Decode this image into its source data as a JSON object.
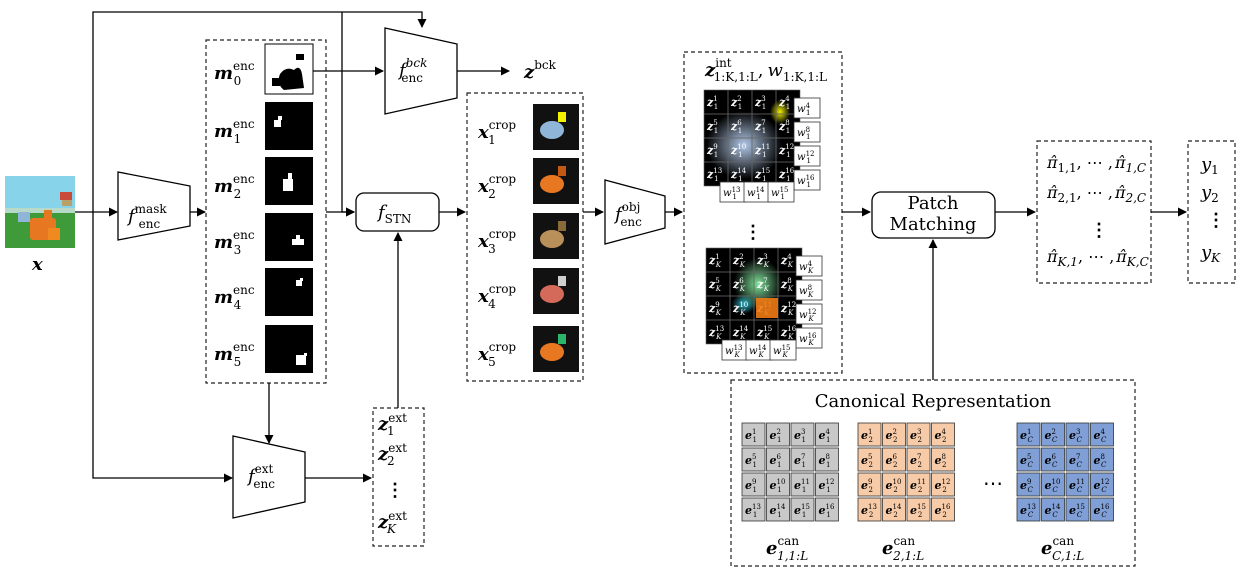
{
  "input": {
    "var": "x"
  },
  "mask_encoder": {
    "f": "f",
    "sup": "mask",
    "sub": "enc"
  },
  "masks": [
    {
      "base": "m",
      "sub": "0",
      "sup": "enc"
    },
    {
      "base": "m",
      "sub": "1",
      "sup": "enc"
    },
    {
      "base": "m",
      "sub": "2",
      "sup": "enc"
    },
    {
      "base": "m",
      "sub": "3",
      "sup": "enc"
    },
    {
      "base": "m",
      "sub": "4",
      "sup": "enc"
    },
    {
      "base": "m",
      "sub": "5",
      "sup": "enc"
    }
  ],
  "bck_encoder": {
    "f": "f",
    "sup": "bck",
    "sub": "enc"
  },
  "z_bck": {
    "base": "z",
    "sup": "bck"
  },
  "stn": {
    "f": "f",
    "sub": "STN"
  },
  "ext_encoder": {
    "f": "f",
    "sup": "ext",
    "sub": "enc"
  },
  "z_ext": [
    {
      "base": "z",
      "sub": "1",
      "sup": "ext"
    },
    {
      "base": "z",
      "sub": "2",
      "sup": "ext"
    },
    {
      "base": "z",
      "sub": "K",
      "sup": "ext"
    }
  ],
  "crops": [
    {
      "base": "x",
      "sub": "1",
      "sup": "crop"
    },
    {
      "base": "x",
      "sub": "2",
      "sup": "crop"
    },
    {
      "base": "x",
      "sub": "3",
      "sup": "crop"
    },
    {
      "base": "x",
      "sub": "4",
      "sup": "crop"
    },
    {
      "base": "x",
      "sub": "5",
      "sup": "crop"
    }
  ],
  "obj_encoder": {
    "f": "f",
    "sup": "obj",
    "sub": "enc"
  },
  "zint_title": {
    "z": "z",
    "z_sup": "int",
    "z_sub": "1:K,1:L",
    "sep": ",",
    "w": "w",
    "w_sub": "1:K,1:L"
  },
  "patch_matching": {
    "line1": "Patch",
    "line2": "Matching"
  },
  "pi_rows": [
    {
      "first": "π̂",
      "first_sub": "1,1",
      "dots": ", ⋯ ,",
      "last": "π̂",
      "last_sub": "1,C"
    },
    {
      "first": "π̂",
      "first_sub": "2,1",
      "dots": ", ⋯ ,",
      "last": "π̂",
      "last_sub": "2,C"
    },
    {
      "first": "π̂",
      "first_sub": "K,1",
      "dots": ", ⋯ ,",
      "last": "π̂",
      "last_sub": "K,C"
    }
  ],
  "y_outputs": [
    {
      "base": "y",
      "sub": "1"
    },
    {
      "base": "y",
      "sub": "2"
    },
    {
      "base": "y",
      "sub": "K"
    }
  ],
  "canonical": {
    "title": "Canonical Representation",
    "groups": [
      {
        "index": "1",
        "label": {
          "base": "e",
          "sup": "can",
          "sub": "1,1:L"
        },
        "color": "#c8c8c8"
      },
      {
        "index": "2",
        "label": {
          "base": "e",
          "sup": "can",
          "sub": "2,1:L"
        },
        "color": "#f7cba7"
      },
      {
        "index": "C",
        "label": {
          "base": "e",
          "sup": "can",
          "sub": "C,1:L"
        },
        "color": "#7f9fd6"
      }
    ],
    "ellipsis": "⋯"
  },
  "vdots": "⋮",
  "colors": {
    "mask_bg": "#000000",
    "crop_bg": "#111111",
    "patch_bg": "#000000"
  }
}
